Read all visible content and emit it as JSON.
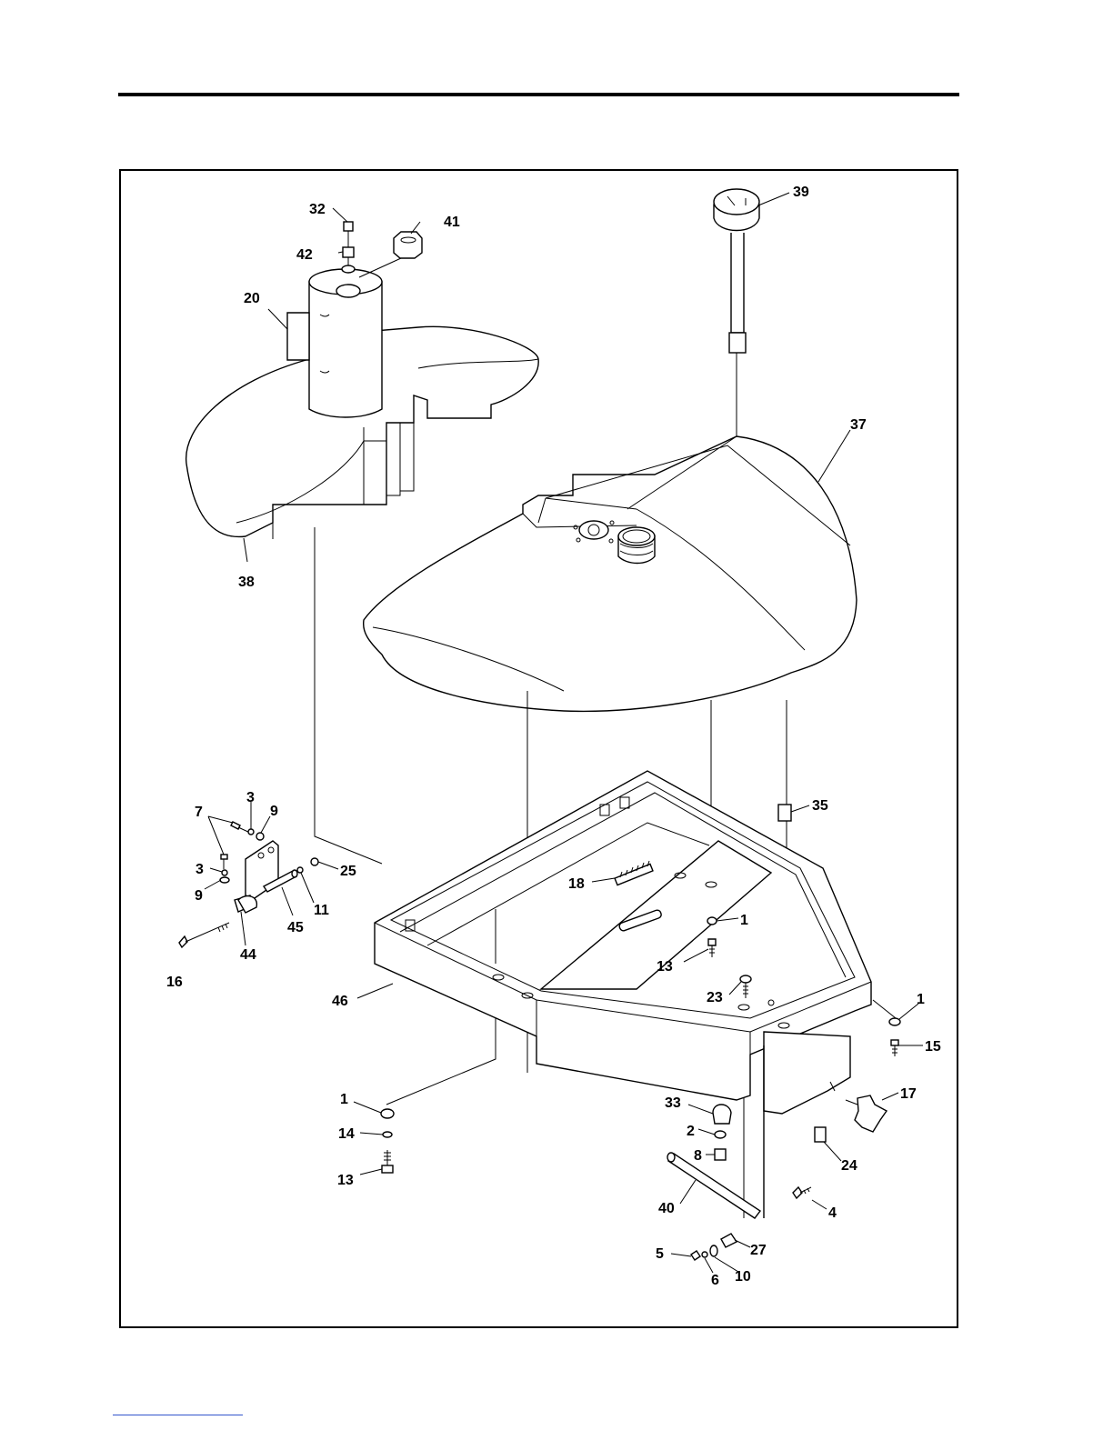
{
  "page": {
    "rule_color": "#000000",
    "link_rule_color": "#3355cc"
  },
  "diagram": {
    "callouts": [
      {
        "id": "c32",
        "label": "32"
      },
      {
        "id": "c41",
        "label": "41"
      },
      {
        "id": "c42",
        "label": "42"
      },
      {
        "id": "c20",
        "label": "20"
      },
      {
        "id": "c38",
        "label": "38"
      },
      {
        "id": "c39",
        "label": "39"
      },
      {
        "id": "c37",
        "label": "37"
      },
      {
        "id": "c35",
        "label": "35"
      },
      {
        "id": "c7",
        "label": "7"
      },
      {
        "id": "c3a",
        "label": "3"
      },
      {
        "id": "c9a",
        "label": "9"
      },
      {
        "id": "c3b",
        "label": "3"
      },
      {
        "id": "c9b",
        "label": "9"
      },
      {
        "id": "c25",
        "label": "25"
      },
      {
        "id": "c11",
        "label": "11"
      },
      {
        "id": "c45",
        "label": "45"
      },
      {
        "id": "c44",
        "label": "44"
      },
      {
        "id": "c16",
        "label": "16"
      },
      {
        "id": "c18",
        "label": "18"
      },
      {
        "id": "c1a",
        "label": "1"
      },
      {
        "id": "c13a",
        "label": "13"
      },
      {
        "id": "c23",
        "label": "23"
      },
      {
        "id": "c46",
        "label": "46"
      },
      {
        "id": "c1b",
        "label": "1"
      },
      {
        "id": "c15",
        "label": "15"
      },
      {
        "id": "c17",
        "label": "17"
      },
      {
        "id": "c33",
        "label": "33"
      },
      {
        "id": "c2",
        "label": "2"
      },
      {
        "id": "c8",
        "label": "8"
      },
      {
        "id": "c24",
        "label": "24"
      },
      {
        "id": "c1c",
        "label": "1"
      },
      {
        "id": "c14",
        "label": "14"
      },
      {
        "id": "c13b",
        "label": "13"
      },
      {
        "id": "c40",
        "label": "40"
      },
      {
        "id": "c4",
        "label": "4"
      },
      {
        "id": "c27",
        "label": "27"
      },
      {
        "id": "c5",
        "label": "5"
      },
      {
        "id": "c6",
        "label": "6"
      },
      {
        "id": "c10",
        "label": "10"
      }
    ]
  }
}
